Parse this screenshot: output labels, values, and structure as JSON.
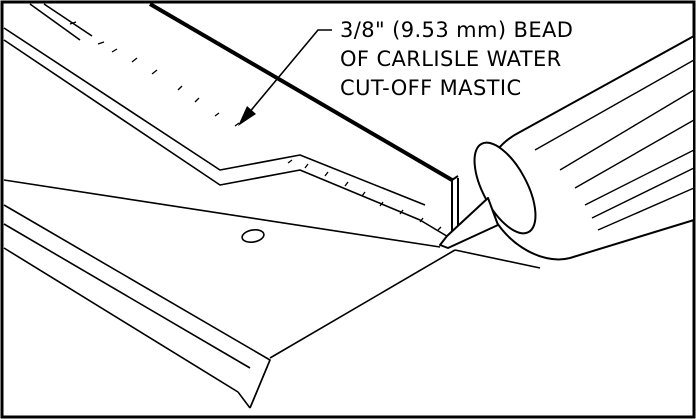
{
  "callout": {
    "lines": [
      "3/8\" (9.53 mm) BEAD",
      "OF CARLISLE WATER",
      "CUT-OFF MASTIC"
    ]
  },
  "colors": {
    "line": "#000000",
    "background": "#ffffff"
  }
}
